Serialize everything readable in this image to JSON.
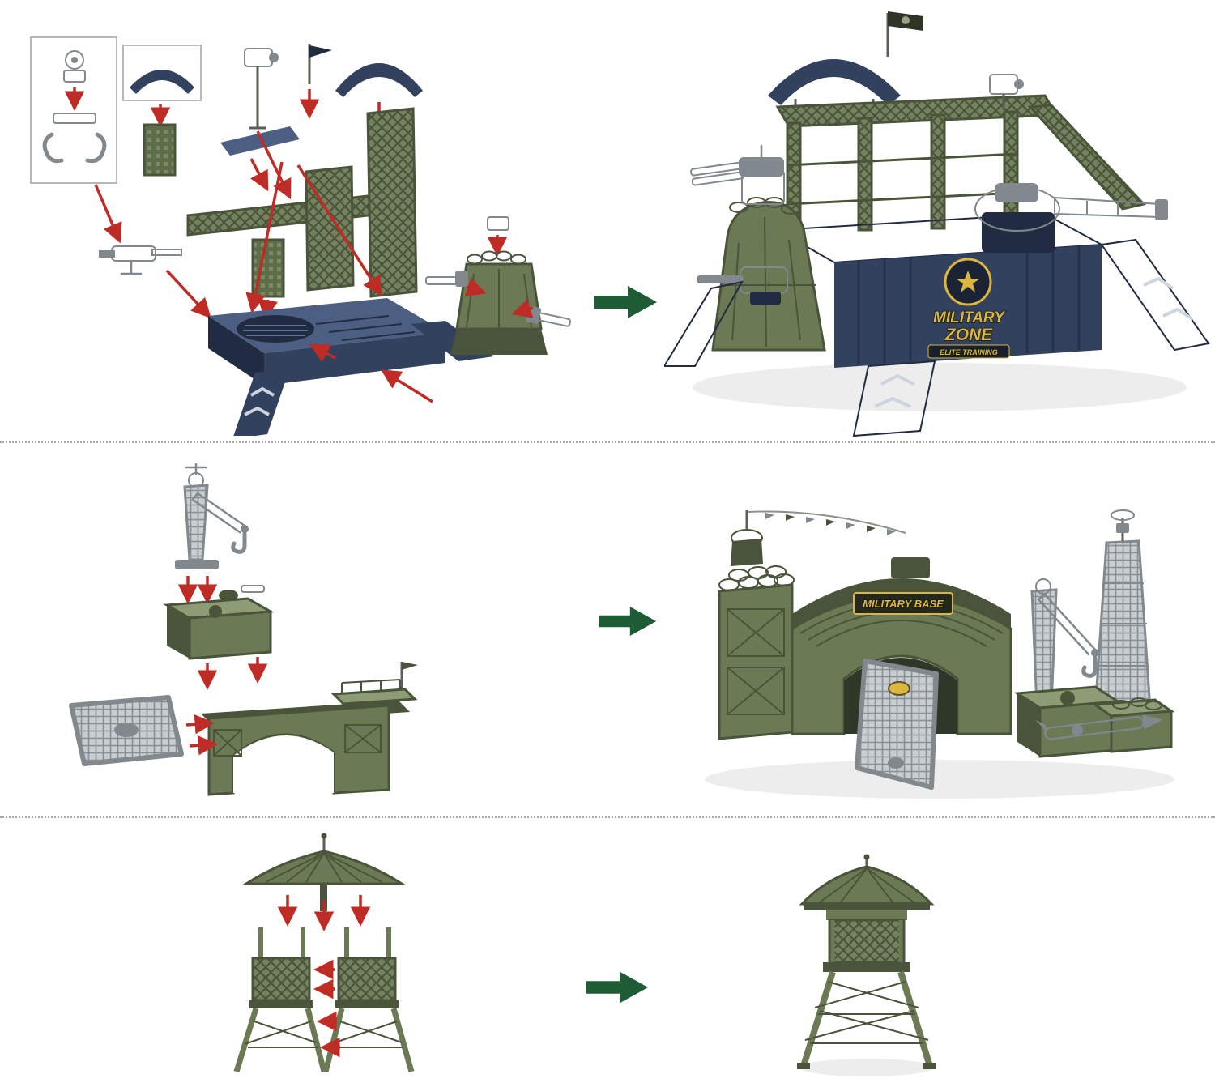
{
  "image": {
    "kind": "toy-military-playset-assembly-instructions",
    "background": "#ffffff",
    "rows_count": 3
  },
  "colors": {
    "step_arrow_green": "#1d5c34",
    "assembly_arrow_red": "#bf2b25",
    "olive": "#6b7a55",
    "olive_dark": "#49543a",
    "olive_light": "#8d9c74",
    "navy": "#32415d",
    "navy_dark": "#212c42",
    "navy_light": "#4c5f82",
    "silver": "#bcc1c5",
    "silver_dark": "#81888e",
    "gold": "#dcb63e",
    "separator_gray": "#a8a8a8"
  },
  "rows": [
    {
      "name": "military-zone-playset",
      "sign": {
        "line1": "MILITARY",
        "line2": "ZONE",
        "banner": "ELITE TRAINING"
      }
    },
    {
      "name": "military-base-gate",
      "sign": {
        "line1": "MILITARY BASE"
      }
    },
    {
      "name": "watch-tower",
      "sign": {}
    }
  ]
}
